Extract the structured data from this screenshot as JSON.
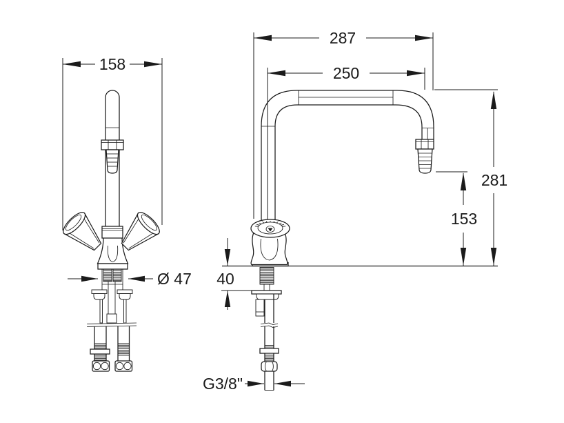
{
  "drawing": {
    "background_color": "#ffffff",
    "line_color": "#1b1b1b",
    "labels": {
      "front_width": "158",
      "total_depth": "287",
      "spout_reach": "250",
      "total_height": "281",
      "outlet_clearance": "153",
      "deck_section": "40",
      "base_diameter": "Ø 47",
      "inlet_thread": "G3/8\""
    }
  }
}
